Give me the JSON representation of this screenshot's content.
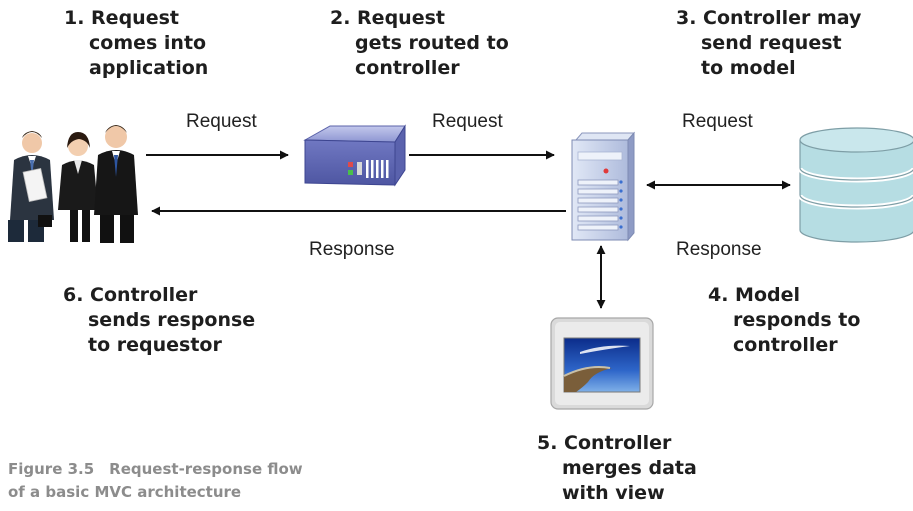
{
  "steps": {
    "s1": [
      "1. Request",
      "comes into",
      "application"
    ],
    "s2": [
      "2. Request",
      "gets routed to",
      "controller"
    ],
    "s3": [
      "3. Controller may",
      "send request",
      "to model"
    ],
    "s4": [
      "4. Model",
      "responds to",
      "controller"
    ],
    "s5": [
      "5. Controller",
      "merges data",
      "with view"
    ],
    "s6": [
      "6. Controller",
      "sends response",
      "to requestor"
    ]
  },
  "flow_labels": {
    "request_users_router": "Request",
    "request_router_controller": "Request",
    "request_controller_model": "Request",
    "response_controller_users": "Response",
    "response_model_controller": "Response"
  },
  "caption": {
    "line1": "Figure 3.5 Request-response flow",
    "line2": "of a basic MVC architecture"
  },
  "icons": [
    "users-icon",
    "router-icon",
    "controller-server-icon",
    "model-database-icon",
    "view-monitor-icon"
  ],
  "colors": {
    "router": "#7b83c4",
    "server": "#c5d1ea",
    "database": "#b6dde3",
    "arrow": "#111111",
    "caption": "#8c8c8c"
  }
}
